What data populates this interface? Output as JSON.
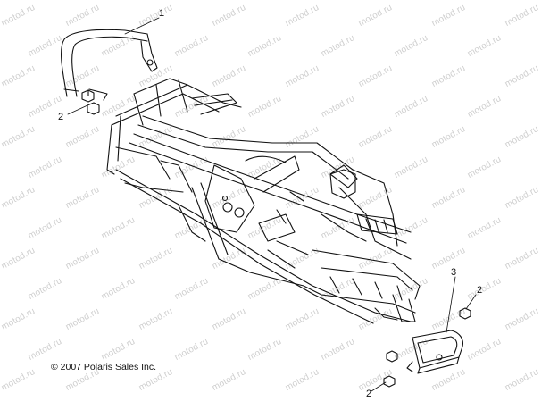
{
  "watermark": "motod.ru",
  "callouts": [
    {
      "id": "frame-grab-bar",
      "label": "1"
    },
    {
      "id": "nut-left",
      "label": "2"
    },
    {
      "id": "rear-bumper",
      "label": "3"
    },
    {
      "id": "nut-right",
      "label": "2"
    },
    {
      "id": "nut-bottom",
      "label": "2"
    }
  ],
  "copyright": "© 2007 Polaris Sales Inc."
}
